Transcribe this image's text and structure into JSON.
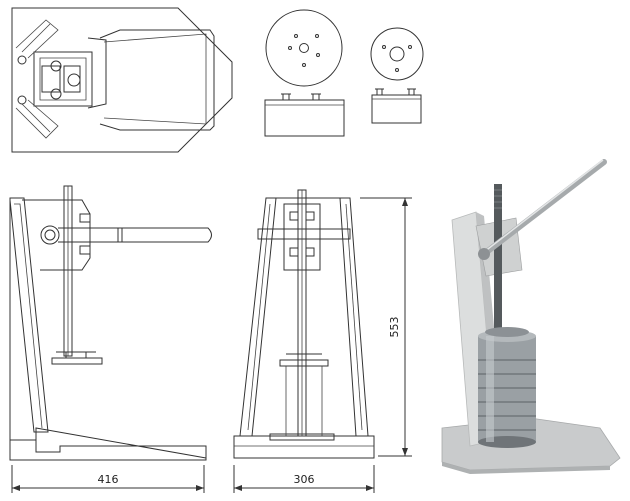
{
  "dimensions": {
    "side_width": "416",
    "front_width": "306",
    "height": "553"
  },
  "colors": {
    "line": "#333333",
    "photo_base": "#c9cbcc",
    "photo_frame": "#dcdede",
    "photo_can": "#9aa0a4",
    "photo_rack": "#555a5d"
  }
}
